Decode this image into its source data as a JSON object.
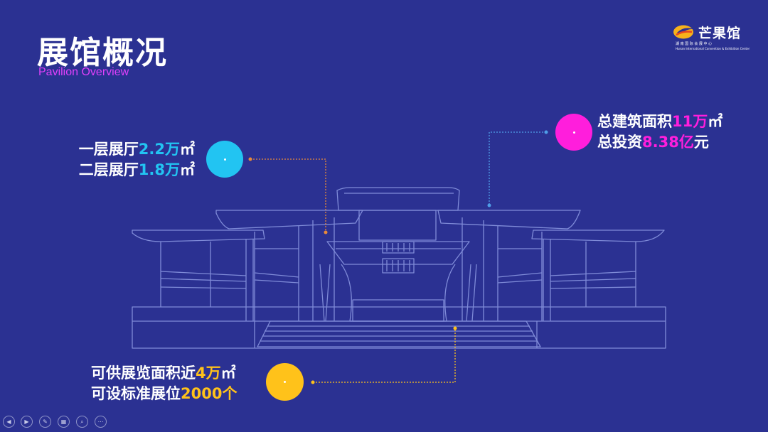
{
  "header": {
    "title": "展馆概况",
    "subtitle": "Pavilion Overview"
  },
  "logo": {
    "name": "芒果馆",
    "line1": "湖 南 国 际 会 展 中 心",
    "line2": "Hunan International Convention & Exhibition Center",
    "icon": "mango-logo-icon"
  },
  "stats": {
    "left": {
      "line1_prefix": "一层展厅",
      "line1_value": "2.2万",
      "line1_unit": "㎡",
      "line2_prefix": "二层展厅",
      "line2_value": "1.8万",
      "line2_unit": "㎡"
    },
    "right": {
      "line1_prefix": "总建筑面积",
      "line1_value": "11万",
      "line1_unit": "㎡",
      "line2_prefix": "总投资",
      "line2_value": "8.38亿",
      "line2_unit": "元"
    },
    "bottom": {
      "line1_prefix": "可供展览面积近",
      "line1_value": "4万",
      "line1_unit": "㎡",
      "line2_prefix": "可设标准展位",
      "line2_value": "2000个"
    }
  },
  "colors": {
    "background": "#2b3192",
    "cyan": "#22c4f2",
    "pink": "#ff1edc",
    "gold": "#ffc21a",
    "subtitle": "#e040fb",
    "building_line": "#7f8bd8"
  },
  "controls": [
    {
      "icon": "previous-icon",
      "glyph": "◀"
    },
    {
      "icon": "next-icon",
      "glyph": "▶"
    },
    {
      "icon": "pen-icon",
      "glyph": "✎"
    },
    {
      "icon": "slides-icon",
      "glyph": "▦"
    },
    {
      "icon": "zoom-icon",
      "glyph": "⌕"
    },
    {
      "icon": "more-icon",
      "glyph": "⋯"
    }
  ]
}
